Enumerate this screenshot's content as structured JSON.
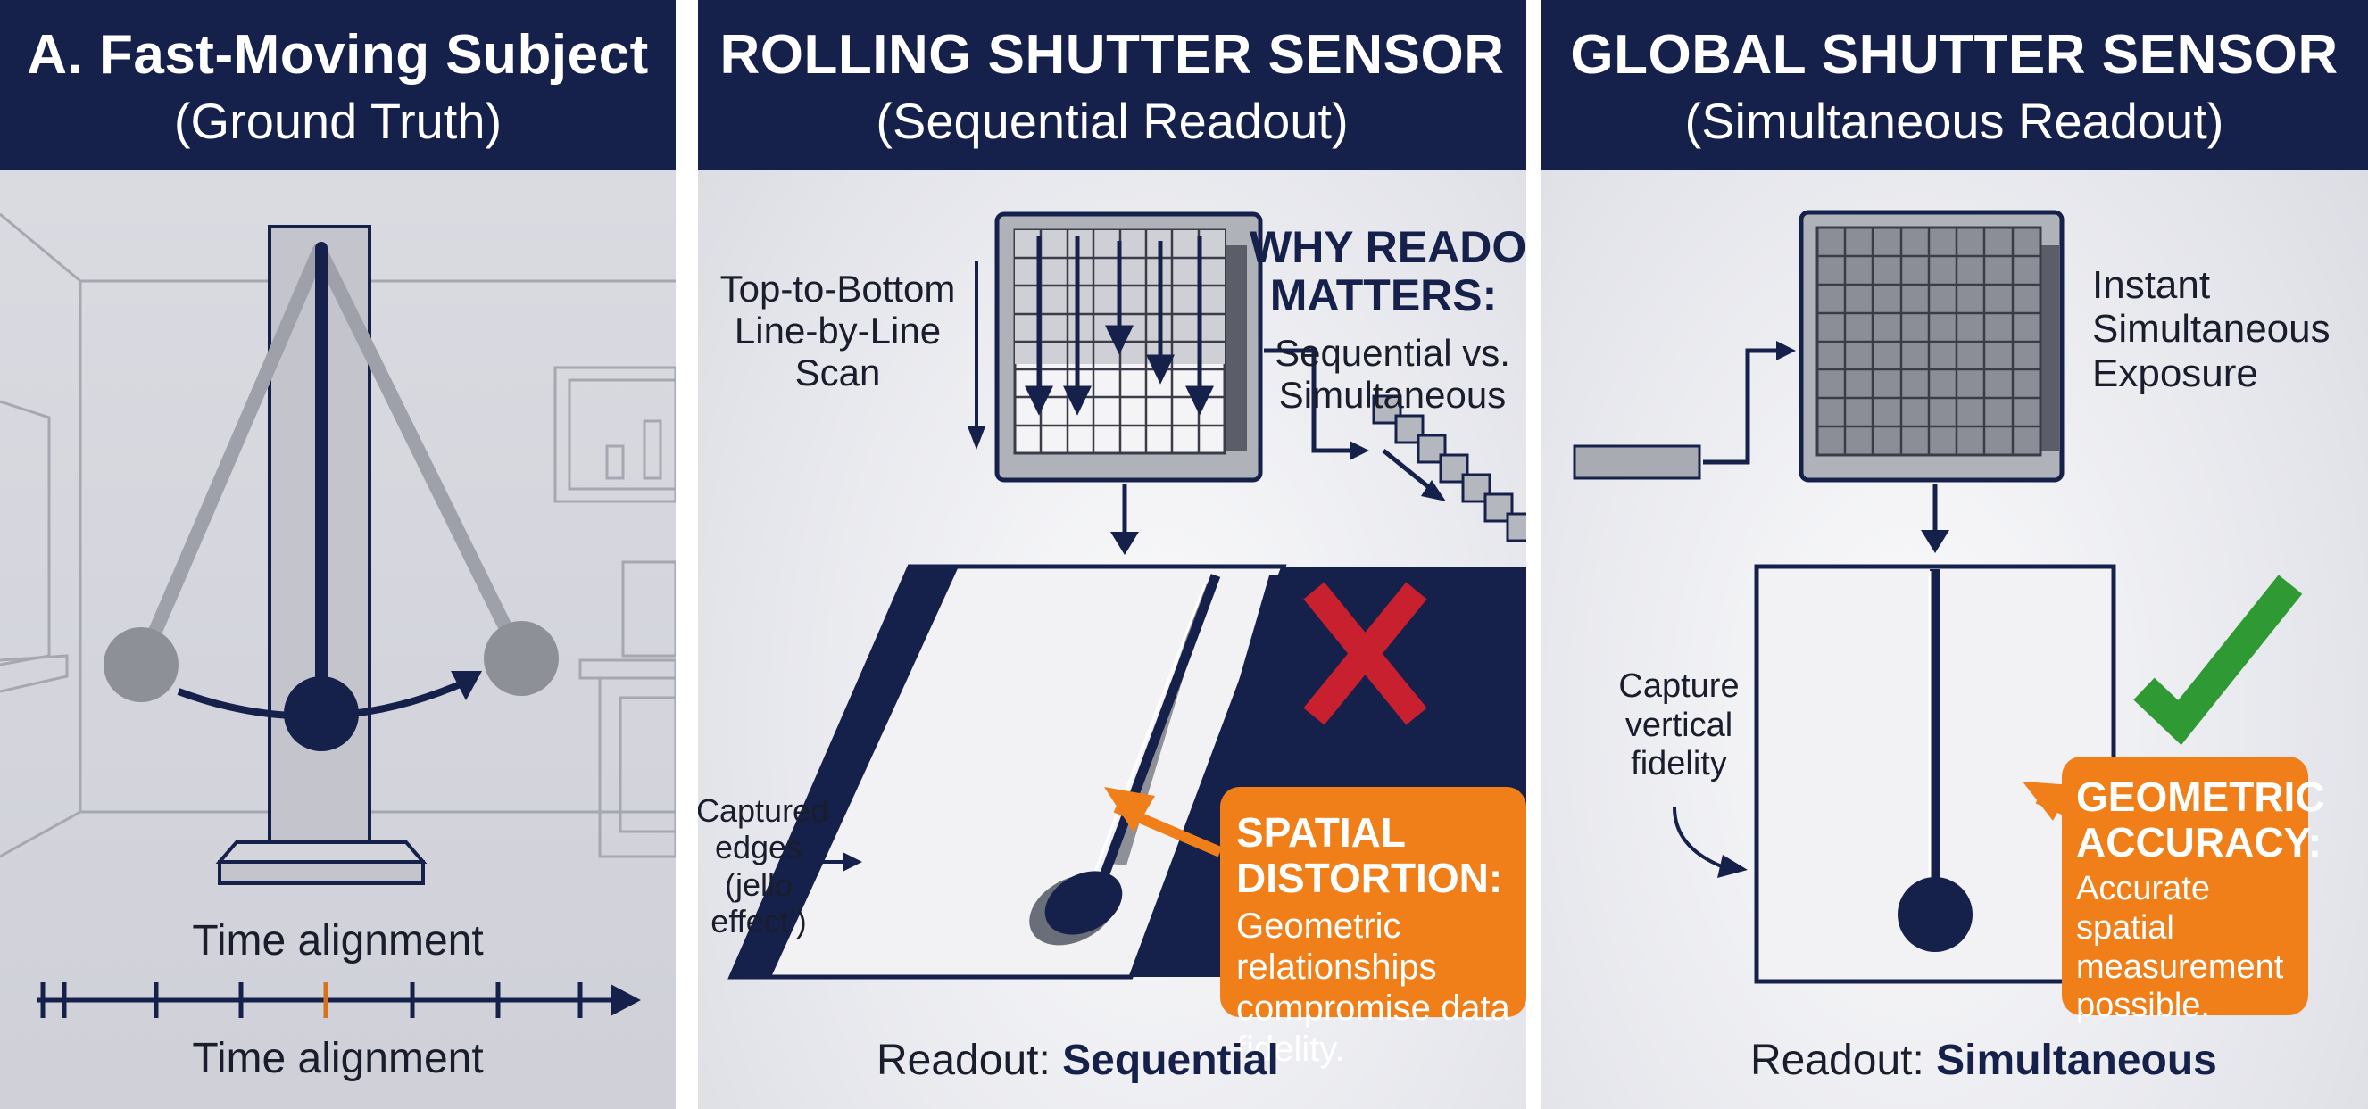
{
  "panel_a": {
    "title": "A. Fast-Moving Subject",
    "subtitle": "(Ground Truth)",
    "timeline_label_top": "Time alignment",
    "timeline_label_bottom": "Time alignment"
  },
  "panel_b": {
    "title": "ROLLING SHUTTER SENSOR",
    "subtitle": "(Sequential Readout)",
    "scan_label": [
      "Top-to-Bottom",
      "Line-by-Line",
      "Scan"
    ],
    "why_title": [
      "WHY READOUT",
      "MATTERS:"
    ],
    "why_body": [
      "Sequential vs.",
      "Simultaneous"
    ],
    "edges_label": [
      "Captured",
      "edges",
      "(jello",
      "effect’)"
    ],
    "callout_title": [
      "SPATIAL",
      "DISTORTION:"
    ],
    "callout_body": [
      "Geometric relationships",
      "compromise data fidelity."
    ],
    "readout_prefix": "Readout:",
    "readout_value": "Sequential"
  },
  "panel_c": {
    "title": "GLOBAL SHUTTER SENSOR",
    "subtitle": "(Simultaneous Readout)",
    "exposure_label": [
      "Instant",
      "Simultaneous",
      "Exposure"
    ],
    "fidelity_label": [
      "Capture",
      "vertical",
      "fidelity"
    ],
    "callout_title": [
      "GEOMETRIC",
      "ACCURACY:"
    ],
    "callout_body": [
      "Accurate spatial",
      "measurement",
      "possible."
    ],
    "readout_prefix": "Readout:",
    "readout_value": "Simultaneous"
  },
  "colors": {
    "navy": "#15214a",
    "orange": "#f07f1a",
    "red": "#c8202e",
    "green": "#2f9a33",
    "gray": "#8e9098"
  }
}
